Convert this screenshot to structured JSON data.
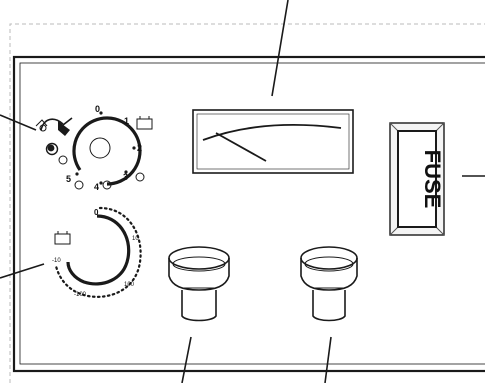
{
  "selector_dial": {
    "ticks": [
      {
        "value": "0"
      },
      {
        "value": "1"
      },
      {
        "value": "2"
      },
      {
        "value": "3"
      },
      {
        "value": "4"
      },
      {
        "value": "5"
      }
    ],
    "icons": [
      "wrench-icon",
      "battery-icon",
      "power-icon",
      "circle-button-icon"
    ]
  },
  "range_dial": {
    "labels": {
      "zero": "0",
      "pos_small": "10",
      "pos_large": "100",
      "neg_small": "-10",
      "neg_large": "-100"
    },
    "icons": [
      "battery-icon"
    ]
  },
  "meter": {
    "icons": [
      "meter-scale-icon",
      "needle-icon"
    ]
  },
  "fuse": {
    "label": "FUSE"
  },
  "knobs": {
    "icons": [
      "cylinder-knob-icon",
      "cylinder-knob-icon"
    ]
  }
}
